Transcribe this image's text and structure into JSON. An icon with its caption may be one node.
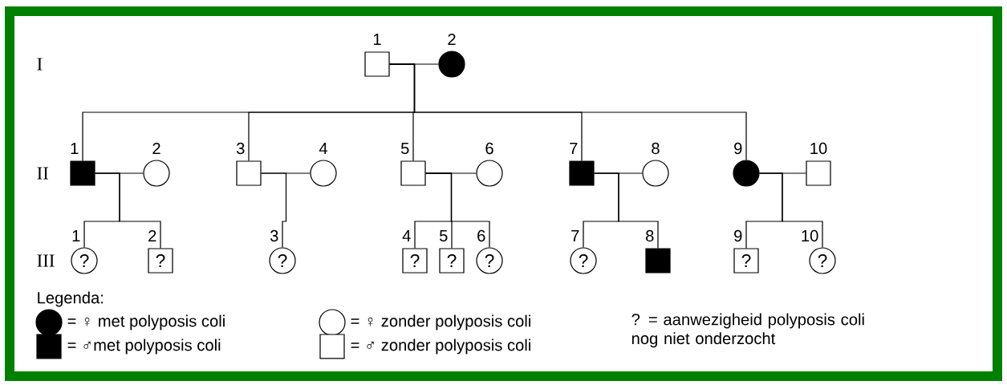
{
  "diagram": {
    "nodes": [
      {
        "text": [],
        "shape": "box",
        "beside": [
          "1"
        ]
      },
      {
        "text": [],
        "shape": "disc",
        "beside": [
          "2"
        ]
      },
      {
        "text": [],
        "shape": "block",
        "beside": [
          "1"
        ]
      },
      {
        "text": [],
        "shape": "circle",
        "beside": [
          "2"
        ]
      },
      {
        "text": [],
        "shape": "box",
        "beside": [
          "3"
        ]
      },
      {
        "text": [],
        "shape": "circle",
        "beside": [
          "4"
        ]
      },
      {
        "text": [],
        "shape": "box",
        "beside": [
          "5"
        ]
      },
      {
        "text": [],
        "shape": "circle",
        "beside": [
          "6"
        ]
      },
      {
        "text": [],
        "shape": "block",
        "beside": [
          "7"
        ]
      },
      {
        "text": [],
        "shape": "circle",
        "beside": [
          "8"
        ]
      },
      {
        "text": [],
        "shape": "disc",
        "beside": [
          "9"
        ]
      },
      {
        "text": [],
        "shape": "box",
        "beside": [
          "10"
        ]
      },
      {
        "text": [
          "?"
        ],
        "beside": [
          "1"
        ]
      },
      {
        "text": [
          "?"
        ],
        "beside": [
          "2"
        ]
      },
      {
        "text": [
          "?"
        ],
        "beside": [
          "3"
        ]
      },
      {
        "text": [
          "?"
        ],
        "beside": [
          "4"
        ]
      },
      {
        "text": [
          "?"
        ],
        "beside": [
          "5"
        ]
      },
      {
        "text": [
          "?"
        ],
        "beside": [
          "6"
        ]
      },
      {
        "text": [
          "?"
        ],
        "beside": [
          "7"
        ]
      },
      {
        "text": [],
        "shape": "block",
        "beside": [
          "8"
        ]
      },
      {
        "text": [
          "?"
        ],
        "beside": [
          "9"
        ]
      },
      {
        "text": [
          "?"
        ],
        "beside": [
          "10"
        ]
      }
    ],
    "edges": [
      {
        "from": 0,
        "to": 1,
        "arrow": "none"
      },
      {
        "from": 2,
        "to": 3,
        "arrow": "none"
      },
      {
        "from": 4,
        "to": 5,
        "arrow": "none"
      },
      {
        "from": 6,
        "to": 7,
        "arrow": "none"
      },
      {
        "from": 8,
        "to": 9,
        "arrow": "none"
      },
      {
        "from": 10,
        "to": 11,
        "arrow": "none"
      },
      {
        "from": 0,
        "to": 2,
        "arrow": "none"
      },
      {
        "from": 0,
        "to": 4,
        "arrow": "none"
      },
      {
        "from": 0,
        "to": 6,
        "arrow": "none"
      },
      {
        "from": 0,
        "to": 8,
        "arrow": "none"
      },
      {
        "from": 0,
        "to": 10,
        "arrow": "none"
      },
      {
        "from": 2,
        "to": 12,
        "arrow": "none"
      },
      {
        "from": 2,
        "to": 13,
        "arrow": "none"
      },
      {
        "from": 4,
        "to": 14,
        "arrow": "none"
      },
      {
        "from": 6,
        "to": 15,
        "arrow": "none"
      },
      {
        "from": 6,
        "to": 16,
        "arrow": "none"
      },
      {
        "from": 6,
        "to": 17,
        "arrow": "none"
      },
      {
        "from": 8,
        "to": 18,
        "arrow": "none"
      },
      {
        "from": 8,
        "to": 19,
        "arrow": "none"
      },
      {
        "from": 10,
        "to": 20,
        "arrow": "none"
      },
      {
        "from": 10,
        "to": 21,
        "arrow": "none"
      }
    ],
    "labels": [
      "I",
      "II",
      "III",
      "Legenda:",
      "? = aanwezigheid polyposis coli nog niet onderzocht"
    ],
    "legend": [
      {
        "text": "= ♀ met polyposis coli"
      },
      {
        "text": "= ♀ zonder polyposis coli"
      },
      {
        "text": "= ♂met polyposis coli"
      },
      {
        "text": "= ♂ zonder polyposis coli"
      }
    ]
  }
}
